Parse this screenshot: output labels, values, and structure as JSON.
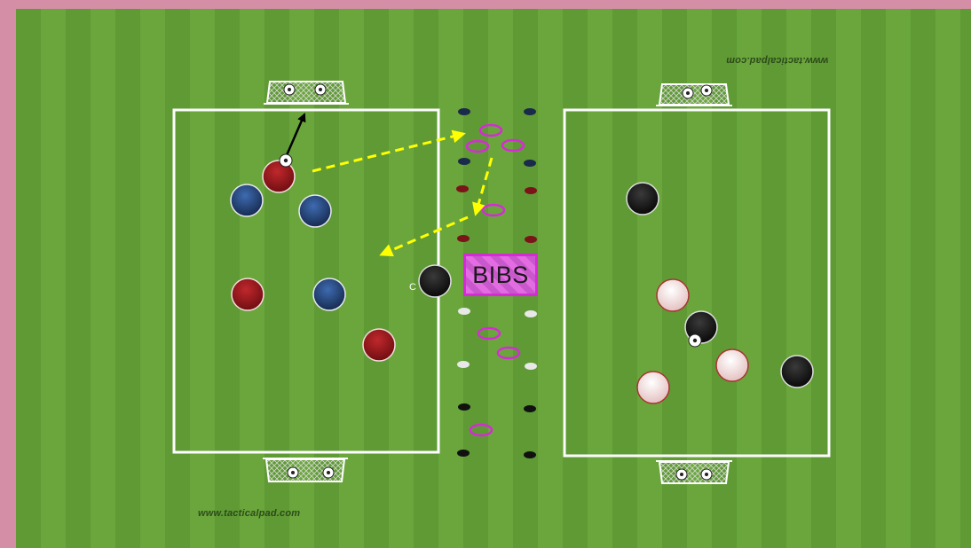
{
  "watermarks": {
    "top": "www.tacticalpad.com",
    "bottom": "www.tacticalpad.com"
  },
  "bibs_label": "BIBS",
  "coach_label": "C",
  "colors": {
    "pitch_dark": "#5f9a35",
    "pitch_light": "#6aa63c",
    "border": "#d48fa6",
    "blue_team": "#1e3a6e",
    "red_team": "#8f1418",
    "black_team": "#111111",
    "white_team": "#f2dada",
    "pass_arrow": "#ffff00",
    "rings": "#d72ad7"
  },
  "icons": [
    "soccer-ball-icon",
    "cone-icon",
    "goal-icon",
    "ring-icon"
  ]
}
